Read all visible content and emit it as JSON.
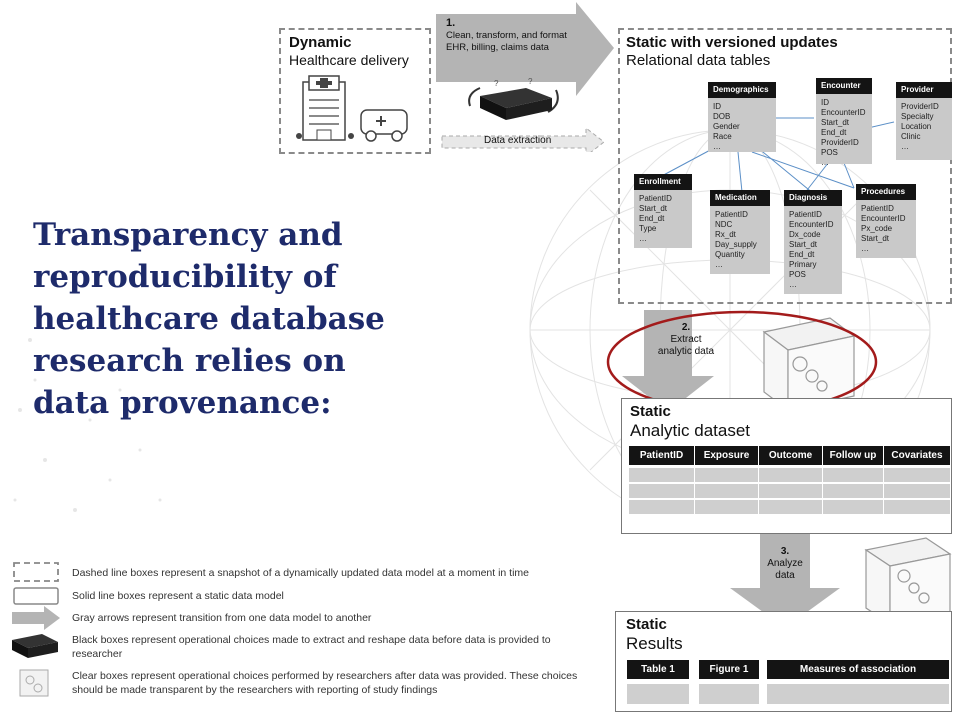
{
  "headline": "Transparency and reproducibility of healthcare database research relies on data provenance:",
  "dynamic_box": {
    "title": "Dynamic",
    "subtitle": "Healthcare delivery"
  },
  "step1": {
    "number": "1.",
    "text": "Clean, transform, and format EHR, billing, claims data",
    "extraction_label": "Data extraction"
  },
  "static_tables_box": {
    "title": "Static with versioned updates",
    "subtitle": "Relational data tables"
  },
  "tables": [
    {
      "name": "Demographics",
      "fields": [
        "ID",
        "DOB",
        "Gender",
        "Race",
        "…"
      ]
    },
    {
      "name": "Encounter",
      "fields": [
        "ID",
        "EncounterID",
        "Start_dt",
        "End_dt",
        "ProviderID",
        "POS",
        "…"
      ]
    },
    {
      "name": "Provider",
      "fields": [
        "ProviderID",
        "Specialty",
        "Location",
        "Clinic",
        "…"
      ]
    },
    {
      "name": "Enrollment",
      "fields": [
        "PatientID",
        "Start_dt",
        "End_dt",
        "Type",
        "…"
      ]
    },
    {
      "name": "Medication",
      "fields": [
        "PatientID",
        "NDC",
        "Rx_dt",
        "Day_supply",
        "Quantity",
        "…"
      ]
    },
    {
      "name": "Diagnosis",
      "fields": [
        "PatientID",
        "EncounterID",
        "Dx_code",
        "Start_dt",
        "End_dt",
        "Primary",
        "POS",
        "…"
      ]
    },
    {
      "name": "Procedures",
      "fields": [
        "PatientID",
        "EncounterID",
        "Px_code",
        "Start_dt",
        "…"
      ]
    }
  ],
  "step2": {
    "number": "2.",
    "text": "Extract analytic data"
  },
  "analytic_box": {
    "title": "Static",
    "subtitle": "Analytic dataset",
    "columns": [
      "PatientID",
      "Exposure",
      "Outcome",
      "Follow up",
      "Covariates"
    ]
  },
  "step3": {
    "number": "3.",
    "text": "Analyze data"
  },
  "results_box": {
    "title": "Static",
    "subtitle": "Results",
    "columns": [
      "Table 1",
      "Figure 1",
      "Measures of association"
    ]
  },
  "legend": [
    "Dashed line boxes represent a snapshot of a dynamically updated data model at a moment in time",
    "Solid line boxes represent a static data model",
    "Gray arrows represent transition from one data model to another",
    "Black boxes represent operational choices made to extract and reshape data before data is provided to researcher",
    "Clear boxes represent operational choices performed by researchers after data was provided. These choices should be made transparent by the researchers with reporting of study findings"
  ],
  "colors": {
    "headline": "#1e2b6b",
    "highlight_ellipse": "#a31b1b",
    "table_header": "#141414",
    "table_cell": "#c9c9c9",
    "arrow": "#b4b4b4"
  }
}
